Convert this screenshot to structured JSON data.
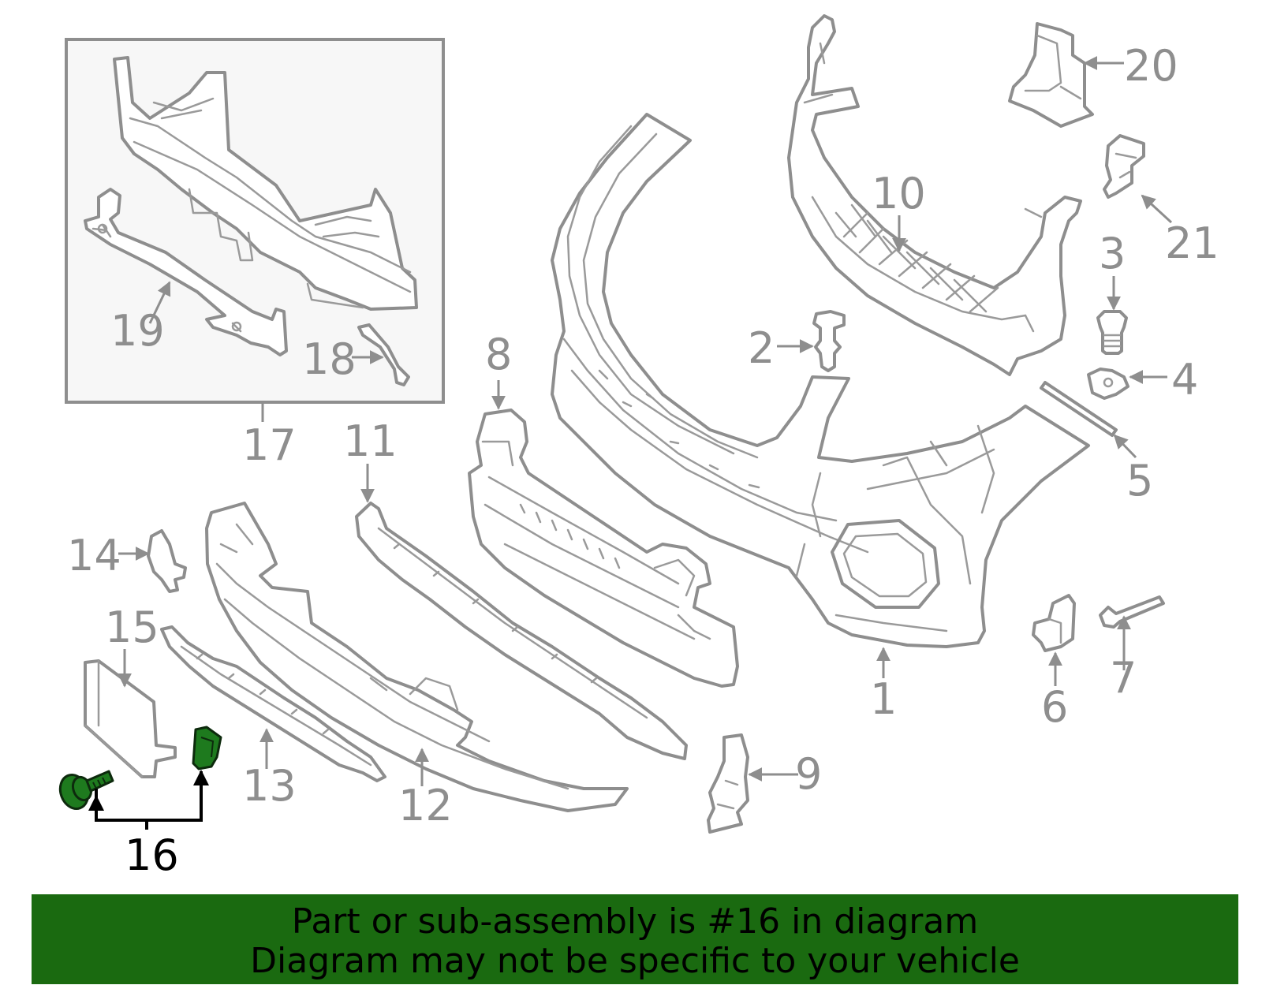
{
  "highlight_color": "#1a6a10",
  "banner": {
    "line1": "Part or sub-assembly is #16 in diagram",
    "line2": "Diagram may not be specific to your vehicle"
  },
  "callouts": {
    "c1": "1",
    "c2": "2",
    "c3": "3",
    "c4": "4",
    "c5": "5",
    "c6": "6",
    "c7": "7",
    "c8": "8",
    "c9": "9",
    "c10": "10",
    "c11": "11",
    "c12": "12",
    "c13": "13",
    "c14": "14",
    "c15": "15",
    "c16": "16",
    "c17": "17",
    "c18": "18",
    "c19": "19",
    "c20": "20",
    "c21": "21"
  }
}
